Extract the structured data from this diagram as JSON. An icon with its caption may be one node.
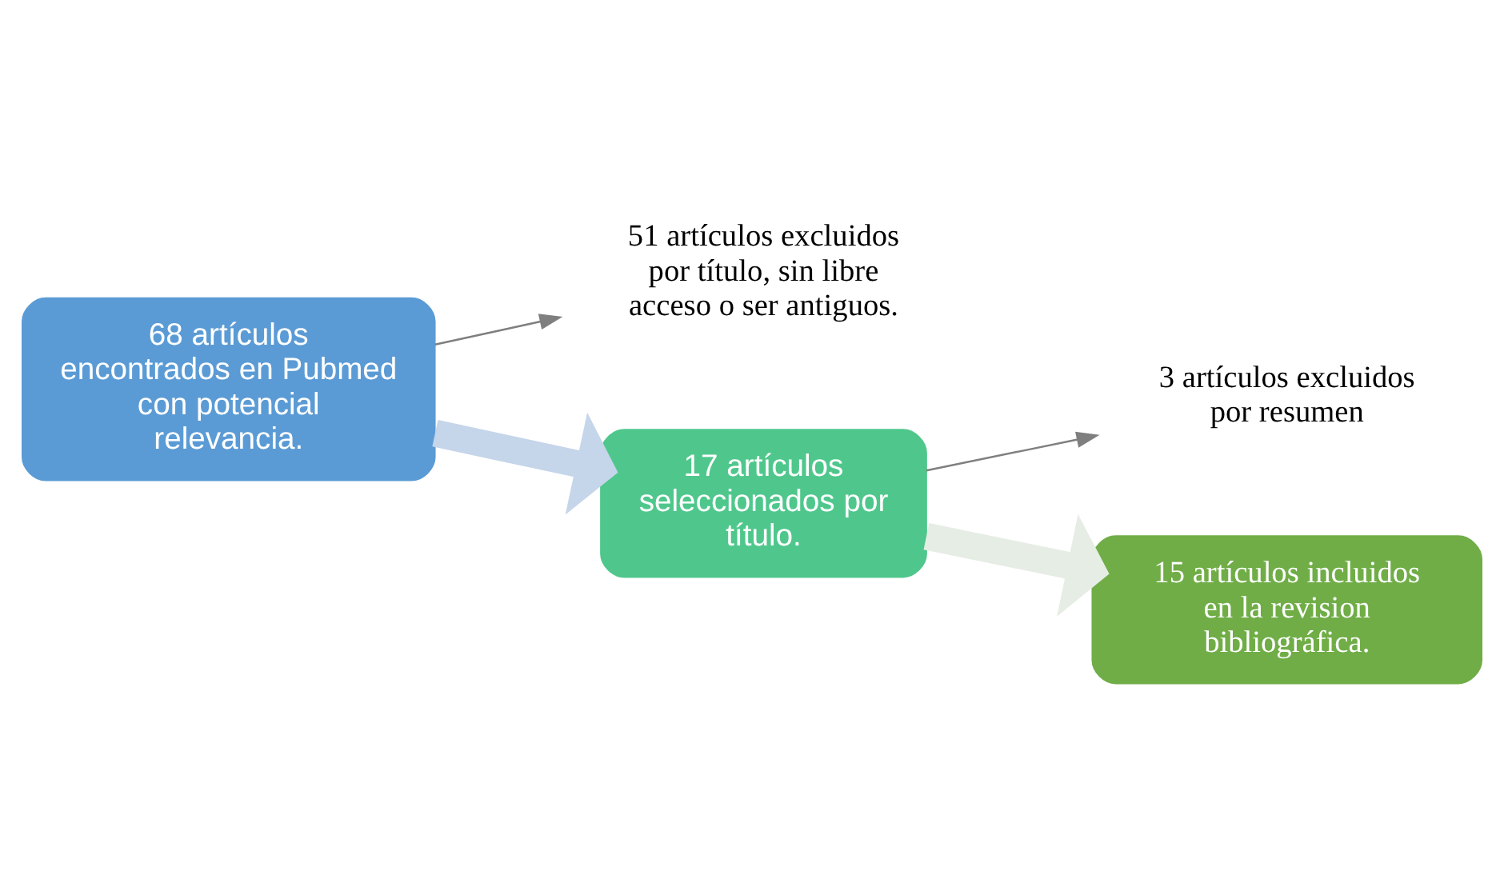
{
  "diagram": {
    "nodes": [
      {
        "text": [
          "68 artículos encontrados en Pubmed con potencial relevancia."
        ]
      },
      {
        "text": [
          "51 artículos excluidos por título, sin libre acceso o ser antiguos."
        ]
      },
      {
        "text": [
          "17 artículos seleccionados por título."
        ]
      },
      {
        "text": [
          "3 artículos excluidos por resumen"
        ]
      },
      {
        "text": [
          "15 artículos incluidos en la revision bibliográfica."
        ]
      }
    ],
    "edges": [
      {
        "from": 0,
        "to": 1,
        "arrow": "to"
      },
      {
        "from": 0,
        "to": 2,
        "arrow": "to",
        "style": "thick",
        "color": "#c5d5ea"
      },
      {
        "from": 2,
        "to": 3,
        "arrow": "to"
      },
      {
        "from": 2,
        "to": 4,
        "arrow": "to",
        "style": "thick",
        "color": "#e6ede4"
      }
    ]
  }
}
